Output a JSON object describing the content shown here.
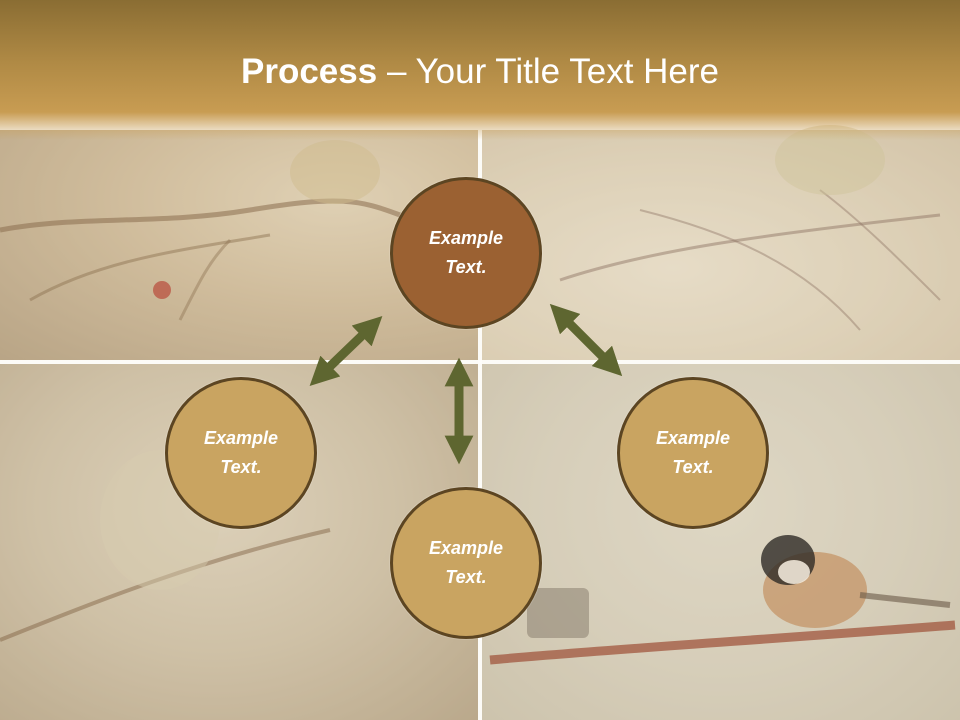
{
  "title": {
    "bold": "Process",
    "rest": " – Your Title Text Here"
  },
  "cycle": {
    "center": {
      "line1": "Example",
      "line2": "Text."
    },
    "left": {
      "line1": "Example",
      "line2": "Text."
    },
    "bottom": {
      "line1": "Example",
      "line2": "Text."
    },
    "right": {
      "line1": "Example",
      "line2": "Text."
    }
  },
  "colors": {
    "header": "#b08a45",
    "center_circle": "#9b6132",
    "outer_circle": "#c9a461",
    "arrow": "#5e6630",
    "circle_border": "#5c4522"
  },
  "icons": [
    "double-arrow-icon"
  ]
}
